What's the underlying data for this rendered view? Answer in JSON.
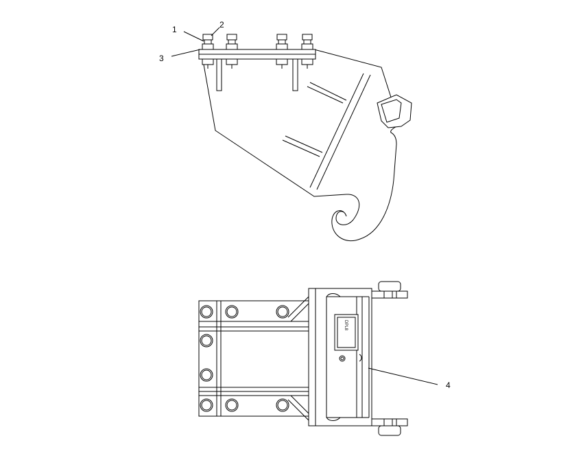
{
  "callouts": {
    "c1": "1",
    "c2": "2",
    "c3": "3",
    "c4": "4"
  },
  "plate": {
    "label": "DPL8"
  }
}
